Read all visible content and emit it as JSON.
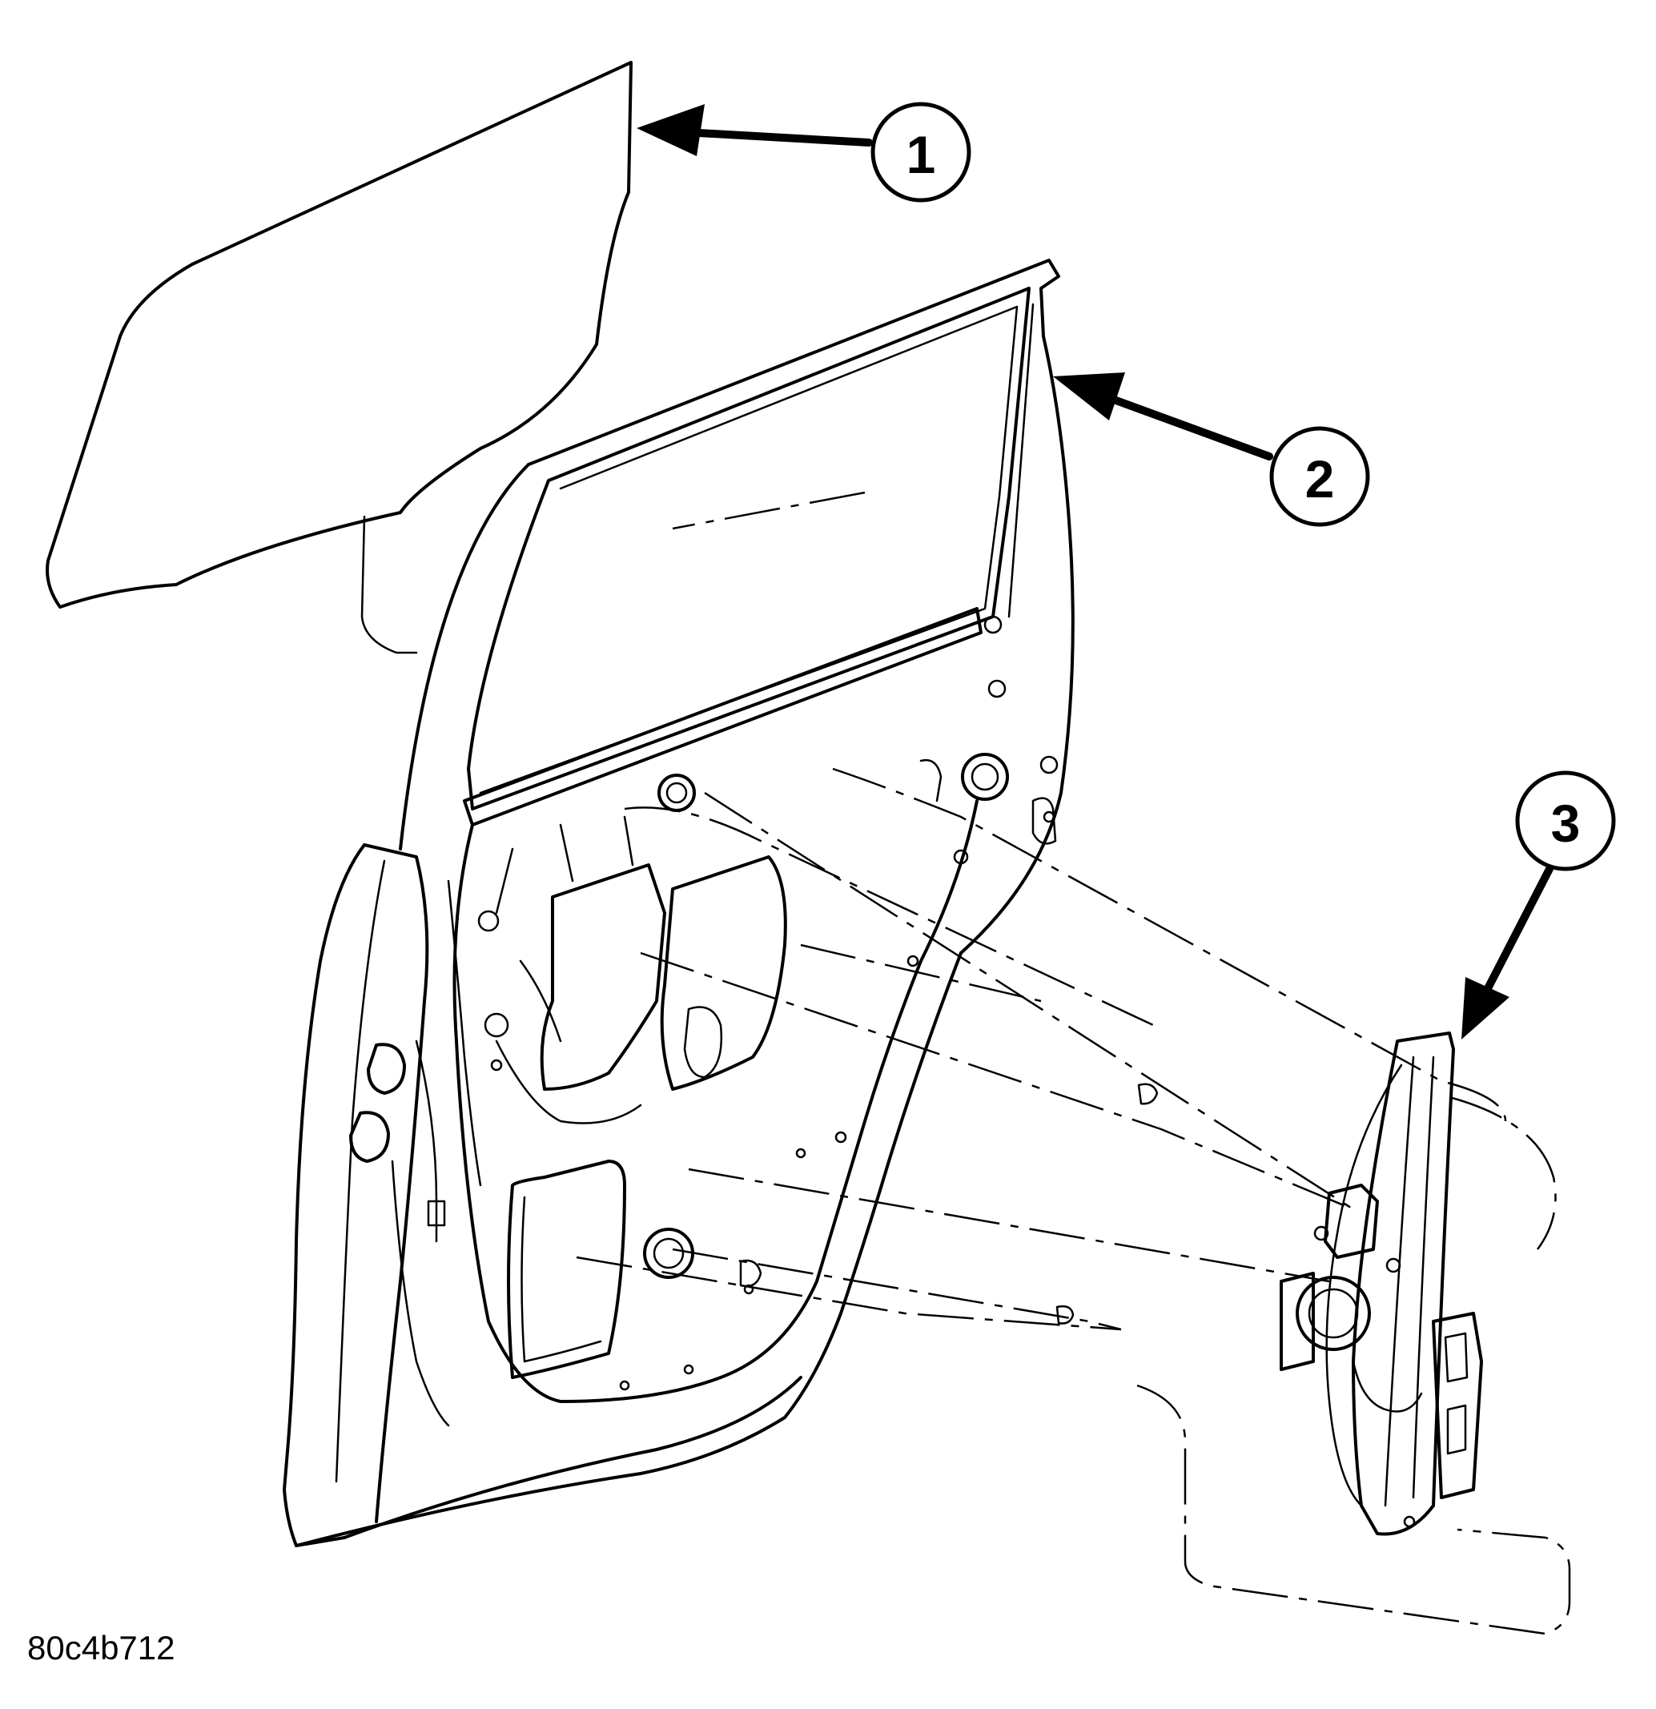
{
  "callouts": [
    {
      "number": "1"
    },
    {
      "number": "2"
    },
    {
      "number": "3"
    }
  ],
  "figure_code": "80c4b712"
}
